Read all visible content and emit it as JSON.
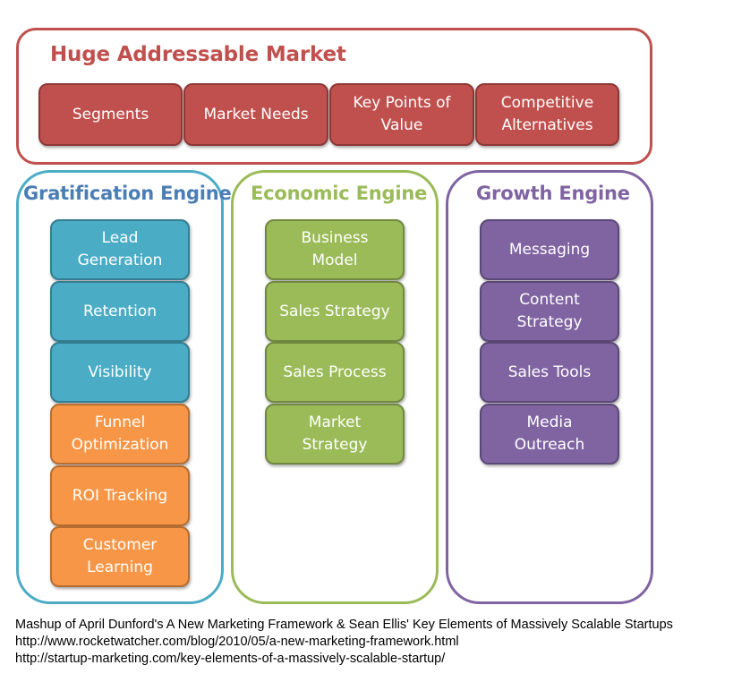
{
  "market": {
    "title": "Huge Addressable Market",
    "items": [
      {
        "label": "Segments"
      },
      {
        "label": "Market Needs"
      },
      {
        "label": "Key Points of Value"
      },
      {
        "label": "Competitive Alternatives"
      }
    ]
  },
  "engines": {
    "gratification": {
      "title": "Gratification Engine",
      "items": [
        {
          "label": "Lead Generation"
        },
        {
          "label": "Retention"
        },
        {
          "label": "Visibility"
        },
        {
          "label": "Funnel Optimization"
        },
        {
          "label": "ROI Tracking"
        },
        {
          "label": "Customer Learning"
        }
      ]
    },
    "economic": {
      "title": "Economic Engine",
      "items": [
        {
          "label": "Business Model"
        },
        {
          "label": "Sales Strategy"
        },
        {
          "label": "Sales Process"
        },
        {
          "label": "Market Strategy"
        }
      ]
    },
    "growth": {
      "title": "Growth Engine",
      "items": [
        {
          "label": "Messaging"
        },
        {
          "label": "Content Strategy"
        },
        {
          "label": "Sales Tools"
        },
        {
          "label": "Media Outreach"
        }
      ]
    }
  },
  "caption": {
    "line1": "Mashup of April Dunford's A New Marketing Framework & Sean Ellis' Key Elements of Massively Scalable Startups",
    "line2": "http://www.rocketwatcher.com/blog/2010/05/a-new-marketing-framework.html",
    "line3": "http://startup-marketing.com/key-elements-of-a-massively-scalable-startup/"
  },
  "colors": {
    "market": "#c0504d",
    "gratification": "#4bacc6",
    "funnel": "#f79646",
    "economic": "#9bbb59",
    "growth": "#8064a2"
  }
}
